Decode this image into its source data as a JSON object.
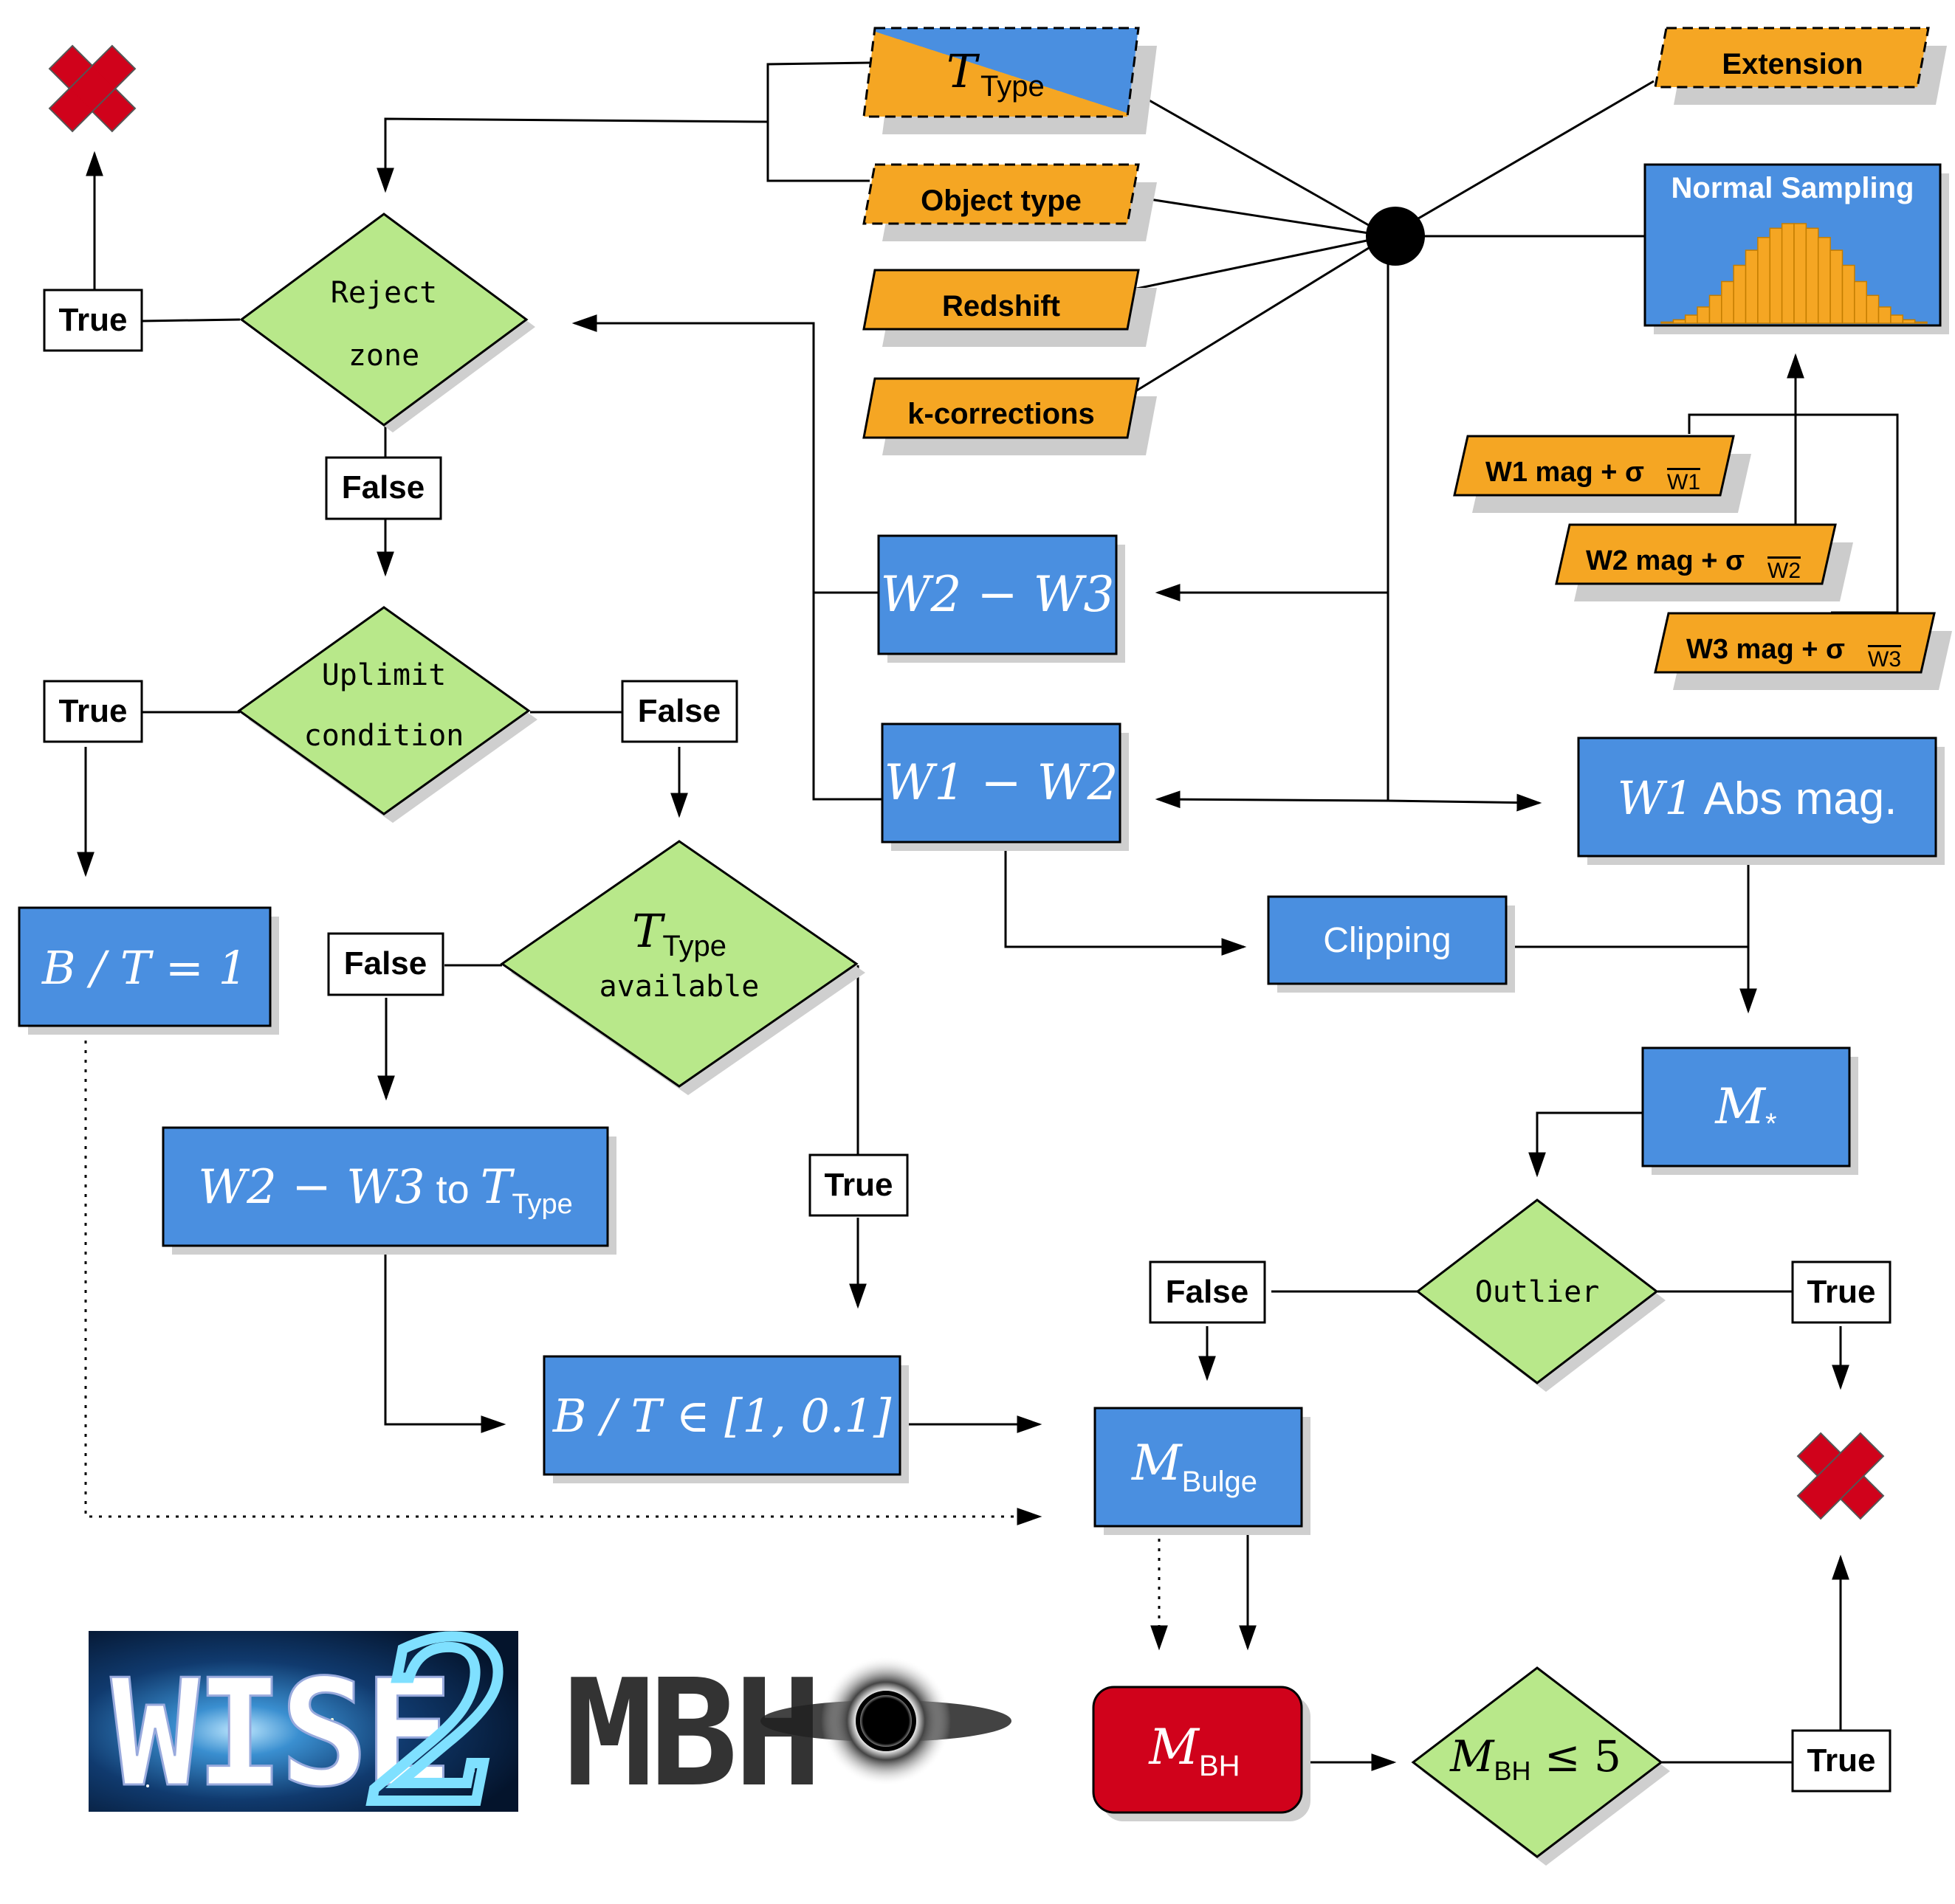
{
  "colors": {
    "orange": "#f5a623",
    "blue": "#4a8fe0",
    "green": "#b8e88a",
    "red": "#d0021b",
    "line": "#000000",
    "shadow": "#cfcfcf"
  },
  "inputs": {
    "ttype_var": "T",
    "ttype_sub": "Type",
    "object_type": "Object type",
    "redshift": "Redshift",
    "kcorrections": "k-corrections",
    "extension": "Extension",
    "w1mag": "W1 mag + σ",
    "w1sub": "W1",
    "w2mag": "W2 mag + σ",
    "w2sub": "W2",
    "w3mag": "W3 mag + σ",
    "w3sub": "W3"
  },
  "normal_sampling": {
    "title": "Normal Sampling",
    "histogram": [
      1,
      3,
      7,
      14,
      24,
      36,
      50,
      63,
      74,
      82,
      86,
      86,
      82,
      74,
      63,
      50,
      36,
      24,
      14,
      7,
      3,
      1
    ]
  },
  "process": {
    "w2w3": "W2 − W3",
    "w1w2": "W1 − W2",
    "w1abs_var": "W1",
    "w1abs_text": " Abs mag.",
    "clipping": "Clipping",
    "mstar_var": "M",
    "mstar_sub": "*",
    "bt1": "B / T = 1",
    "w2w3_to": "W2 − W3",
    "to_word": " to ",
    "to_var": "T",
    "to_sub": "Type",
    "bt_range": "B / T ∈ [1, 0.1]",
    "mbulge_var": "M",
    "mbulge_sub": "Bulge",
    "mbh_var": "M",
    "mbh_sub": "BH"
  },
  "decisions": {
    "reject_line1": "Reject",
    "reject_line2": "zone",
    "uplimit_line1": "Uplimit",
    "uplimit_line2": "condition",
    "ttype_var": "T",
    "ttype_sub": "Type",
    "ttype_line2": "available",
    "outlier": "Outlier",
    "mbh_le_var": "M",
    "mbh_le_sub": "BH",
    "mbh_le_rest": " ≤ 5"
  },
  "labels": {
    "true": "True",
    "false": "False"
  },
  "logo": {
    "part1": "WISE",
    "part2": "2",
    "part3": "MBH"
  }
}
